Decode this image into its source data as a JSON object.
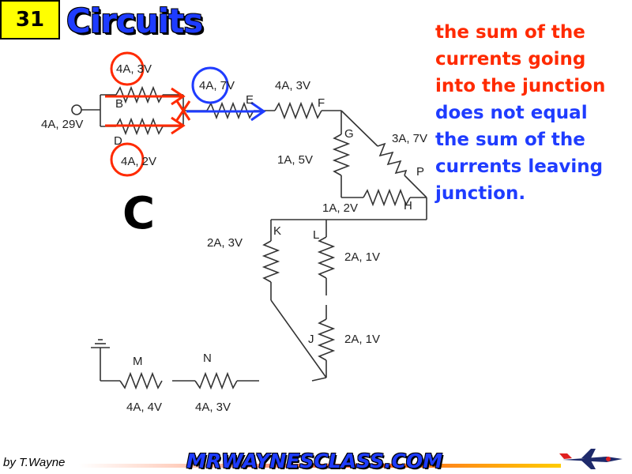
{
  "header": {
    "slide_number": "31",
    "title": "Circuits"
  },
  "note": {
    "red_part": "The sum of the currents going into the junction",
    "blue_part": "does not equal the sum of the currents leaving junction."
  },
  "answer_letter": "C",
  "circuit": {
    "labels": {
      "source": "4A, 29V",
      "b_values": "4A, 3V",
      "b": "B",
      "d": "D",
      "d_values": "4A, 2V",
      "e_values": "4A, 7V",
      "e": "E",
      "f_values": "4A, 3V",
      "f": "F",
      "g": "G",
      "g_values": "1A, 5V",
      "p_values": "3A, 7V",
      "p": "P",
      "h_values": "1A, 2V",
      "h": "H",
      "k": "K",
      "k_values": "2A, 3V",
      "l": "L",
      "l_values": "2A, 1V",
      "j": "J",
      "j_values": "2A, 1V",
      "m": "M",
      "m_values": "4A, 4V",
      "n": "N",
      "n_values": "4A, 3V"
    }
  },
  "footer": {
    "byline": "by T.Wayne",
    "site": "MRWAYNESCLASS.COM"
  },
  "colors": {
    "title_blue": "#1e3cff",
    "note_red": "#ff2a00",
    "annotation_red": "#ff2a00",
    "annotation_blue": "#1f3cff"
  }
}
